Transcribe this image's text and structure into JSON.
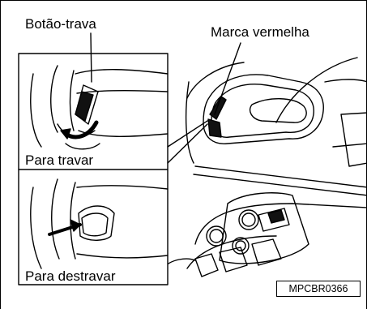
{
  "labels": {
    "lock_button": "Botão-trava",
    "red_mark": "Marca vermelha",
    "to_lock": "Para travar",
    "to_unlock": "Para destravar"
  },
  "figure_code": "MPCBR0366",
  "colors": {
    "ink": "#000000",
    "lock_fill": "#111111",
    "background": "#ffffff"
  }
}
